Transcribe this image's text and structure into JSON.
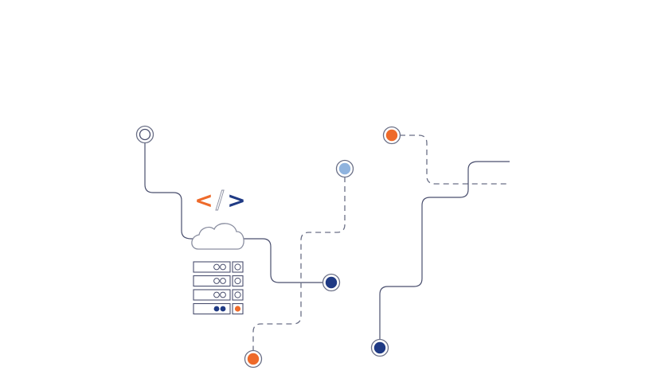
{
  "diagram": {
    "code_icon": {
      "left": "<",
      "slash": "/",
      "right": ">"
    },
    "colors": {
      "line": "#4a4f6e",
      "orange": "#ee6a2a",
      "navy": "#1f3a84",
      "light_blue": "#8fb3de",
      "ring": "#6a6f86"
    },
    "nodes": [
      {
        "name": "node-hollow-topleft",
        "color": "hollow"
      },
      {
        "name": "node-orange-top",
        "color": "orange"
      },
      {
        "name": "node-lightblue",
        "color": "light_blue"
      },
      {
        "name": "node-navy-middle",
        "color": "navy"
      },
      {
        "name": "node-orange-bottom",
        "color": "orange"
      },
      {
        "name": "node-navy-bottom",
        "color": "navy"
      }
    ],
    "server_rack": {
      "units": [
        {
          "leds": [
            "empty",
            "empty"
          ],
          "port": "empty"
        },
        {
          "leds": [
            "empty",
            "empty"
          ],
          "port": "empty"
        },
        {
          "leds": [
            "empty",
            "empty"
          ],
          "port": "empty"
        },
        {
          "leds": [
            "navy",
            "navy"
          ],
          "port": "orange"
        }
      ]
    }
  }
}
